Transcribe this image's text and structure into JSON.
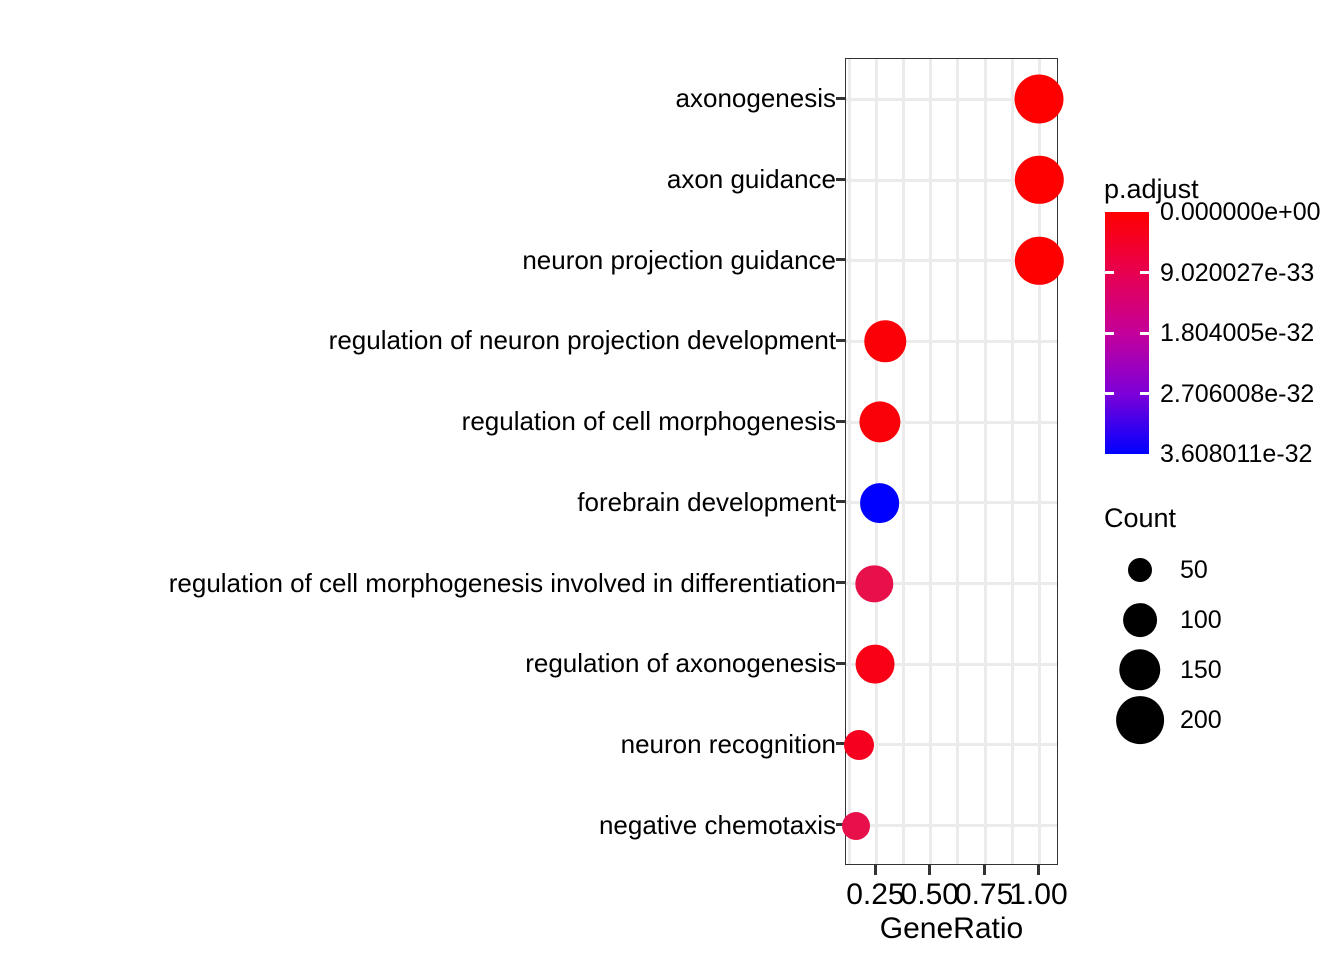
{
  "chart_data": {
    "type": "scatter",
    "subtype": "dotplot",
    "title": "",
    "xlabel": "GeneRatio",
    "ylabel": "",
    "xlim": [
      0.11,
      1.09
    ],
    "xticks": [
      0.25,
      0.5,
      0.75,
      1.0
    ],
    "xticklabels": [
      "0.25",
      "0.50",
      "0.75",
      "1.00"
    ],
    "grid": true,
    "categories": [
      "axonogenesis",
      "axon guidance",
      "neuron projection guidance",
      "regulation of neuron projection development",
      "regulation of cell morphogenesis",
      "forebrain development",
      "regulation of cell morphogenesis involved in differentiation",
      "regulation of axonogenesis",
      "neuron recognition",
      "negative chemotaxis"
    ],
    "points": [
      {
        "term": "axonogenesis",
        "gene_ratio": 1.0,
        "count": 210,
        "p_adjust": 0.0,
        "color": "#ff0000"
      },
      {
        "term": "axon guidance",
        "gene_ratio": 1.0,
        "count": 205,
        "p_adjust": 0.0,
        "color": "#ff0000"
      },
      {
        "term": "neuron projection guidance",
        "gene_ratio": 1.0,
        "count": 205,
        "p_adjust": 0.0,
        "color": "#ff0000"
      },
      {
        "term": "regulation of neuron projection development",
        "gene_ratio": 0.29,
        "count": 150,
        "p_adjust": 1.5e-33,
        "color": "#fb0006"
      },
      {
        "term": "regulation of cell morphogenesis",
        "gene_ratio": 0.265,
        "count": 148,
        "p_adjust": 2e-33,
        "color": "#fa0009"
      },
      {
        "term": "forebrain development",
        "gene_ratio": 0.265,
        "count": 138,
        "p_adjust": 3.608011e-32,
        "color": "#0000ff"
      },
      {
        "term": "regulation of cell morphogenesis involved in differentiation",
        "gene_ratio": 0.24,
        "count": 122,
        "p_adjust": 5e-33,
        "color": "#e8104a"
      },
      {
        "term": "regulation of axonogenesis",
        "gene_ratio": 0.245,
        "count": 132,
        "p_adjust": 2.5e-33,
        "color": "#f90017"
      },
      {
        "term": "neuron recognition",
        "gene_ratio": 0.17,
        "count": 78,
        "p_adjust": 3e-33,
        "color": "#f60020"
      },
      {
        "term": "negative chemotaxis",
        "gene_ratio": 0.155,
        "count": 68,
        "p_adjust": 5.5e-33,
        "color": "#e8104a"
      }
    ],
    "color_legend": {
      "title": "p.adjust",
      "breaks": [
        "0.000000e+00",
        "9.020027e-33",
        "1.804005e-32",
        "2.706008e-32",
        "3.608011e-32"
      ],
      "high_color": "#ff0000",
      "low_color": "#0000ff"
    },
    "size_legend": {
      "title": "Count",
      "breaks": [
        "50",
        "100",
        "150",
        "200"
      ],
      "values": [
        50,
        100,
        150,
        200
      ],
      "color": "#000000"
    }
  },
  "axis": {
    "x_title": "GeneRatio",
    "x_tick_labels": [
      "0.25",
      "0.50",
      "0.75",
      "1.00"
    ]
  },
  "y_axis": {
    "labels": [
      "axonogenesis",
      "axon guidance",
      "neuron projection guidance",
      "regulation of neuron projection development",
      "regulation of cell morphogenesis",
      "forebrain development",
      "regulation of cell morphogenesis involved in differentiation",
      "regulation of axonogenesis",
      "neuron recognition",
      "negative chemotaxis"
    ]
  },
  "legends": {
    "padjust": {
      "title": "p.adjust",
      "labels": [
        "0.000000e+00",
        "9.020027e-33",
        "1.804005e-32",
        "2.706008e-32",
        "3.608011e-32"
      ]
    },
    "count": {
      "title": "Count",
      "labels": [
        "50",
        "100",
        "150",
        "200"
      ]
    }
  }
}
